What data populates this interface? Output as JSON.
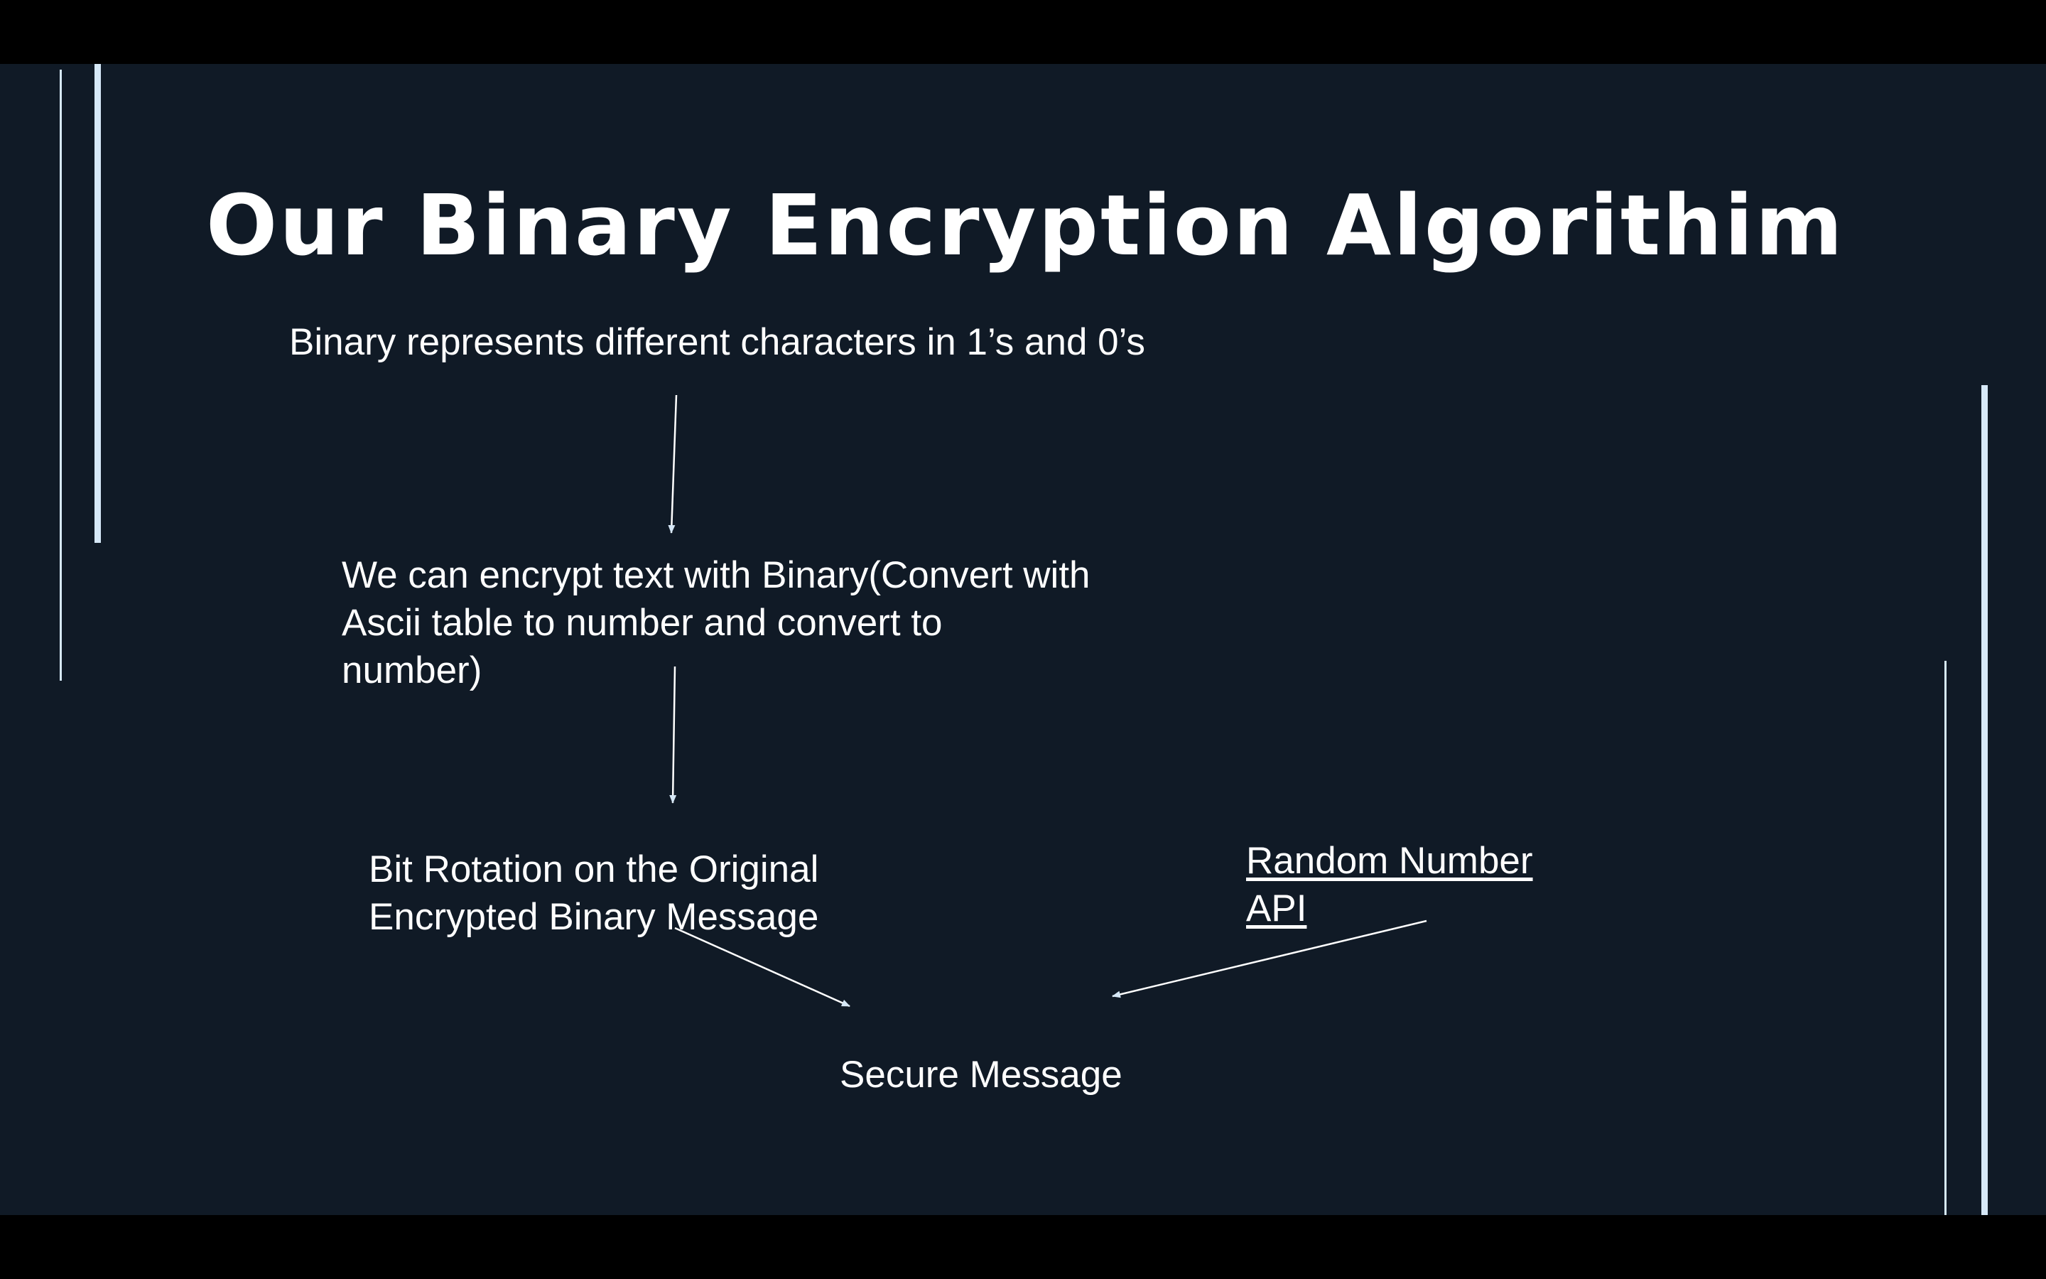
{
  "slide": {
    "title": "Our Binary Encryption Algorithim",
    "binary_intro": "Binary represents different characters in 1’s and 0’s",
    "encrypt_step": {
      "line1": "We can encrypt text with Binary(Convert with",
      "line2": "Ascii table to number and convert to",
      "line3": "number)"
    },
    "bit_rotation": {
      "line1": "Bit Rotation on the Original",
      "line2": "Encrypted Binary Message"
    },
    "random_api": {
      "line1": "Random Number",
      "line2": "API"
    },
    "secure_message": "Secure Message"
  },
  "colors": {
    "slide_background": "#101a26",
    "letterbox": "#000000",
    "text": "#ffffff",
    "accent_lines": "#d6e8f7"
  }
}
